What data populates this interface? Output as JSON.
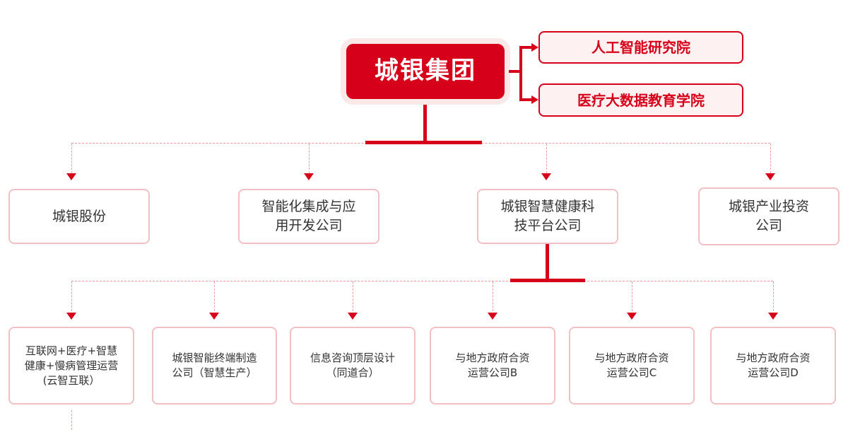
{
  "root": {
    "label": "城银集团"
  },
  "affiliates": [
    {
      "label": "人工智能研究院"
    },
    {
      "label": "医疗大数据教育学院"
    }
  ],
  "tier2": [
    {
      "label": "城银股份"
    },
    {
      "label": "智能化集成与应\n用开发公司"
    },
    {
      "label": "城银智慧健康科\n技平台公司"
    },
    {
      "label": "城银产业投资\n公司"
    }
  ],
  "tier3": [
    {
      "label": "互联网+医疗+智慧\n健康+慢病管理运营\n(云智互联）"
    },
    {
      "label": "城银智能终端制造\n公司（智慧生产）"
    },
    {
      "label": "信息咨询顶层设计\n（同道合）"
    },
    {
      "label": "与地方政府合资\n运营公司B"
    },
    {
      "label": "与地方政府合资\n运营公司C"
    },
    {
      "label": "与地方政府合资\n运营公司D"
    }
  ],
  "colors": {
    "primary_red": "#d7001a",
    "dashed_line": "#ef9ba1",
    "node_border": "#f2c0c4",
    "affiliate_bg": "#fdf1f1",
    "halo": "#fbe9e9",
    "text": "#333333"
  }
}
